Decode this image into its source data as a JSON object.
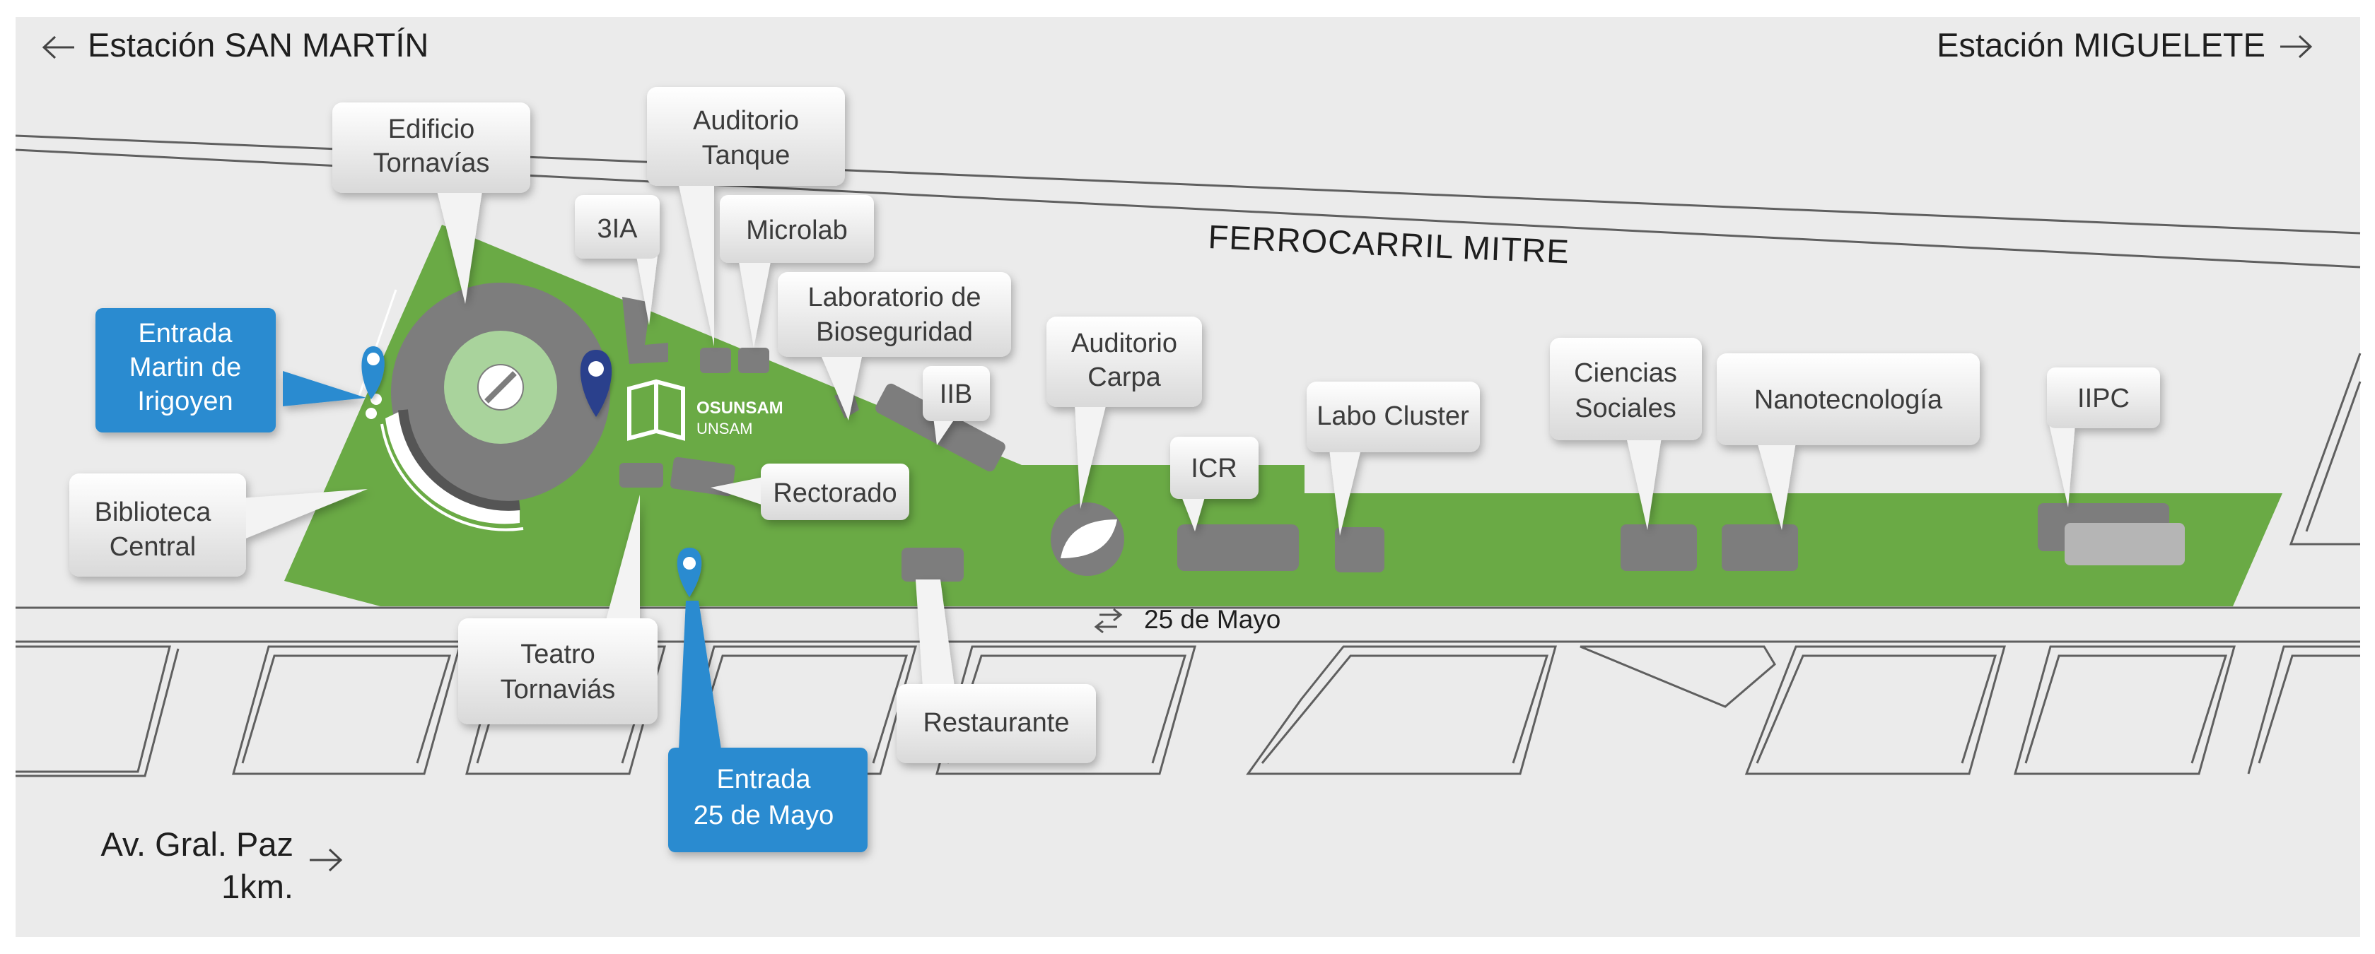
{
  "header": {
    "left_station": "Estación SAN MARTÍN",
    "right_station": "Estación MIGUELETE"
  },
  "footer": {
    "gral_paz_line1": "Av. Gral. Paz",
    "gral_paz_line2": "1km."
  },
  "railway": {
    "name": "FERROCARRIL MITRE"
  },
  "street": {
    "name": "25 de Mayo"
  },
  "logo": {
    "name": "OSUNSAM",
    "sub": "UNSAM"
  },
  "colors": {
    "background": "#ebebeb",
    "campus_green": "#6aaa45",
    "building_gray": "#7d7d7d",
    "entrance_blue": "#2a8bd0",
    "marker_navy": "#2b3f8c"
  },
  "buildings": {
    "edificio_tornavias": [
      "Edificio",
      "Tornavías"
    ],
    "auditorio_tanque": [
      "Auditorio",
      "Tanque"
    ],
    "tres_ia": [
      "3IA"
    ],
    "microlab": [
      "Microlab"
    ],
    "laboratorio_bioseguridad": [
      "Laboratorio de",
      "Bioseguridad"
    ],
    "iib": [
      "IIB"
    ],
    "auditorio_carpa": [
      "Auditorio",
      "Carpa"
    ],
    "labo_cluster": [
      "Labo Cluster"
    ],
    "icr": [
      "ICR"
    ],
    "ciencias_sociales": [
      "Ciencias",
      "Sociales"
    ],
    "nanotecnologia": [
      "Nanotecnología"
    ],
    "iipc": [
      "IIPC"
    ],
    "biblioteca_central": [
      "Biblioteca",
      "Central"
    ],
    "rectorado": [
      "Rectorado"
    ],
    "teatro_tornavias": [
      "Teatro",
      "Tornaviás"
    ],
    "restaurante": [
      "Restaurante"
    ]
  },
  "entrances": {
    "martin_irigoyen": [
      "Entrada",
      "Martin de",
      "Irigoyen"
    ],
    "veinticinco_mayo": [
      "Entrada",
      "25 de Mayo"
    ]
  },
  "icons": {
    "arrow_left": "arrow-left-icon",
    "arrow_right": "arrow-right-icon",
    "swap": "swap-arrows-icon",
    "pin": "map-pin-icon",
    "book": "book-icon"
  }
}
